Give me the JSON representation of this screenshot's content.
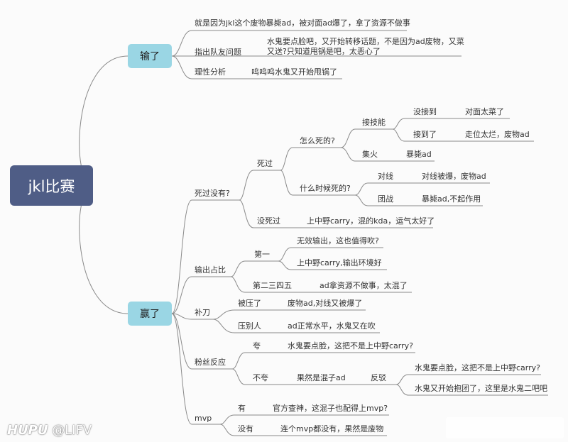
{
  "root": "jkl比赛",
  "lose": {
    "label": "输了",
    "n1": "就是因为jkl这个废物暴毙ad，被对面ad爆了，拿了资源不做事",
    "n2": "指出队友问题",
    "n2a": "水鬼要点脸吧，又开始转移话题，不是因为ad废物，又菜又送?只知道甩锅是吧，太恶心了",
    "n3": "理性分析",
    "n3a": "呜呜呜水鬼又开始甩锅了"
  },
  "win": {
    "label": "赢了",
    "died": {
      "q": "死过没有?",
      "yes": "死过",
      "how": "怎么死的?",
      "skill": "接技能",
      "miss": "没接到",
      "miss_a": "对面太菜了",
      "hit": "接到了",
      "hit_a": "走位太烂，废物ad",
      "focus": "集火",
      "focus_a": "暴毙ad",
      "when": "什么时候死的?",
      "lane": "对线",
      "lane_a": "对线被爆，废物ad",
      "team": "团战",
      "team_a": "暴毙ad,不起作用",
      "no": "没死过",
      "no_a": "上中野carry，混的kda，运气太好了"
    },
    "dmg": {
      "q": "输出占比",
      "first": "第一",
      "first_a": "无效输出，这也值得吹?",
      "first_b": "上中野carry,输出环境好",
      "other": "第二三四五",
      "other_a": "ad拿资源不做事，太混了"
    },
    "cs": {
      "q": "补刀",
      "behind": "被压了",
      "behind_a": "废物ad,对线又被爆了",
      "ahead": "压别人",
      "ahead_a": "ad正常水平，水鬼又在吹"
    },
    "fans": {
      "q": "粉丝反应",
      "praise": "夸",
      "praise_a": "水鬼要点脸，这把不是上中野carry?",
      "nopraise": "不夸",
      "nopraise_a": "果然是混子ad",
      "rebut": "反驳",
      "rebut_a": "水鬼要点脸，这把不是上中野carry?",
      "rebut_b": "水鬼又开始抱团了，这里是水鬼二吧吧"
    },
    "mvp": {
      "q": "mvp",
      "yes": "有",
      "yes_a": "官方查神，这混子也配得上mvp?",
      "no": "没有",
      "no_a": "连个mvp都没有，果然是废物"
    }
  },
  "watermark": {
    "brand": "HUPU",
    "user": "@LIFV"
  }
}
